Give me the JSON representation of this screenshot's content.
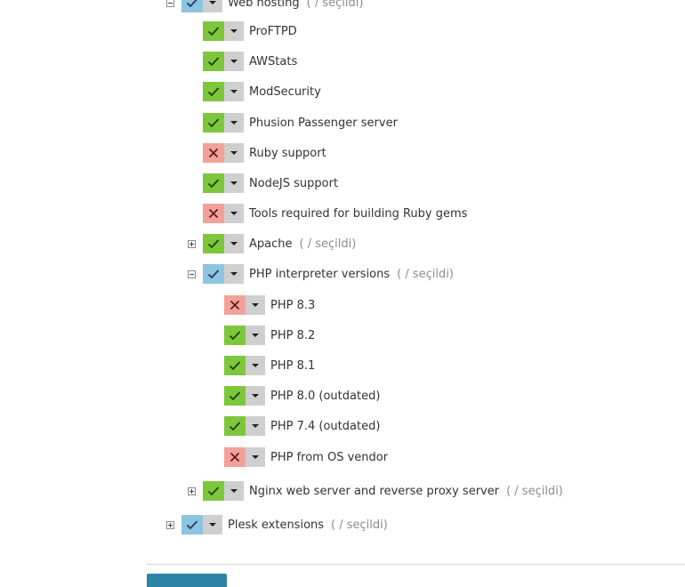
{
  "tree": {
    "hint_text": "( / seçildi)",
    "groups": [
      {
        "label": "Web hosting",
        "expanded": true,
        "state": "partial",
        "selected_hint": true
      },
      {
        "label": "ProFTPD",
        "state": "installed"
      },
      {
        "label": "AWStats",
        "state": "installed"
      },
      {
        "label": "ModSecurity",
        "state": "installed"
      },
      {
        "label": "Phusion Passenger server",
        "state": "installed"
      },
      {
        "label": "Ruby support",
        "state": "not-installed"
      },
      {
        "label": "NodeJS support",
        "state": "installed"
      },
      {
        "label": "Tools required for building Ruby gems",
        "state": "not-installed"
      },
      {
        "label": "Apache",
        "expanded": false,
        "state": "installed",
        "selected_hint": true
      },
      {
        "label": "PHP interpreter versions",
        "expanded": true,
        "state": "partial",
        "selected_hint": true
      },
      {
        "label": "PHP 8.3",
        "state": "not-installed"
      },
      {
        "label": "PHP 8.2",
        "state": "installed"
      },
      {
        "label": "PHP 8.1",
        "state": "installed"
      },
      {
        "label": "PHP 8.0 (outdated)",
        "state": "installed"
      },
      {
        "label": "PHP 7.4 (outdated)",
        "state": "installed"
      },
      {
        "label": "PHP from OS vendor",
        "state": "not-installed"
      },
      {
        "label": "Nginx web server and reverse proxy server",
        "expanded": false,
        "state": "installed",
        "selected_hint": true
      },
      {
        "label": "Plesk extensions",
        "expanded": false,
        "state": "partial",
        "selected_hint": true
      }
    ]
  },
  "colors": {
    "installed": "#7ec73c",
    "not_installed": "#f2a19a",
    "partial": "#8cc4e2",
    "caret_bg": "#cfcfcf",
    "button": "#2c83a5"
  },
  "icons": {
    "installed": "check-icon",
    "not_installed": "cross-icon",
    "partial": "check-icon",
    "toggle_expanded": "minus-box-icon",
    "toggle_collapsed": "plus-box-icon",
    "dropdown": "caret-down-icon"
  }
}
